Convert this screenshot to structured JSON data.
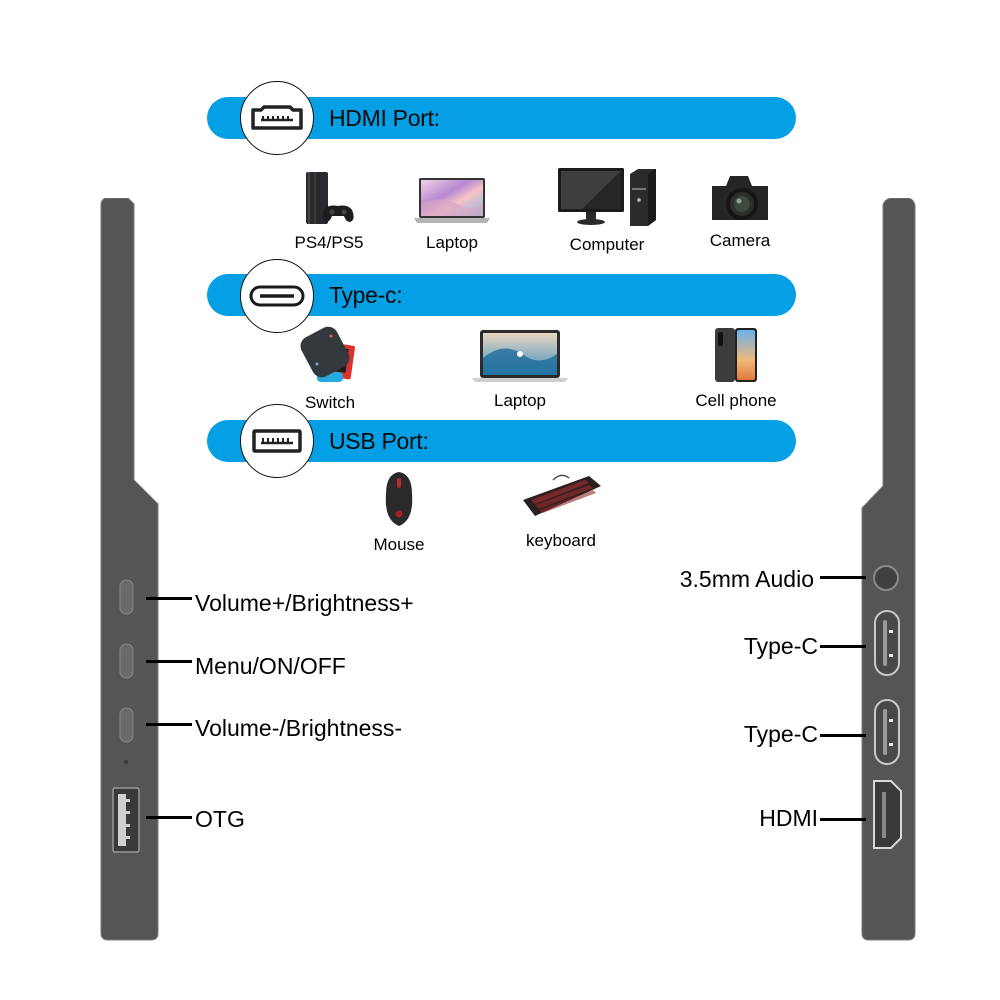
{
  "colors": {
    "banner": "#049fe4",
    "monitor_body": "#555555",
    "text": "#0a0a0a"
  },
  "sections": [
    {
      "id": "hdmi",
      "title": "HDMI Port:",
      "icon": "hdmi-port-icon",
      "devices": [
        {
          "label": "PS4/PS5",
          "icon": "game-console-icon"
        },
        {
          "label": "Laptop",
          "icon": "laptop-icon"
        },
        {
          "label": "Computer",
          "icon": "desktop-computer-icon"
        },
        {
          "label": "Camera",
          "icon": "camera-icon"
        }
      ]
    },
    {
      "id": "typec",
      "title": "Type-c:",
      "icon": "type-c-port-icon",
      "devices": [
        {
          "label": "Switch",
          "icon": "handheld-console-icon"
        },
        {
          "label": "Laptop",
          "icon": "macbook-icon"
        },
        {
          "label": "Cell phone",
          "icon": "smartphone-icon"
        }
      ]
    },
    {
      "id": "usb",
      "title": "USB Port:",
      "icon": "usb-port-icon",
      "devices": [
        {
          "label": "Mouse",
          "icon": "mouse-icon"
        },
        {
          "label": "keyboard",
          "icon": "keyboard-icon"
        }
      ]
    }
  ],
  "left_side": {
    "callouts": [
      {
        "label": "Volume+/Brightness+",
        "part": "button"
      },
      {
        "label": "Menu/ON/OFF",
        "part": "button"
      },
      {
        "label": "Volume-/Brightness-",
        "part": "button"
      },
      {
        "label": "OTG",
        "part": "usb-a-port"
      }
    ]
  },
  "right_side": {
    "callouts": [
      {
        "label": "3.5mm Audio",
        "part": "audio-jack"
      },
      {
        "label": "Type-C",
        "part": "usb-c-port"
      },
      {
        "label": "Type-C",
        "part": "usb-c-port"
      },
      {
        "label": "HDMI",
        "part": "hdmi-port"
      }
    ]
  }
}
